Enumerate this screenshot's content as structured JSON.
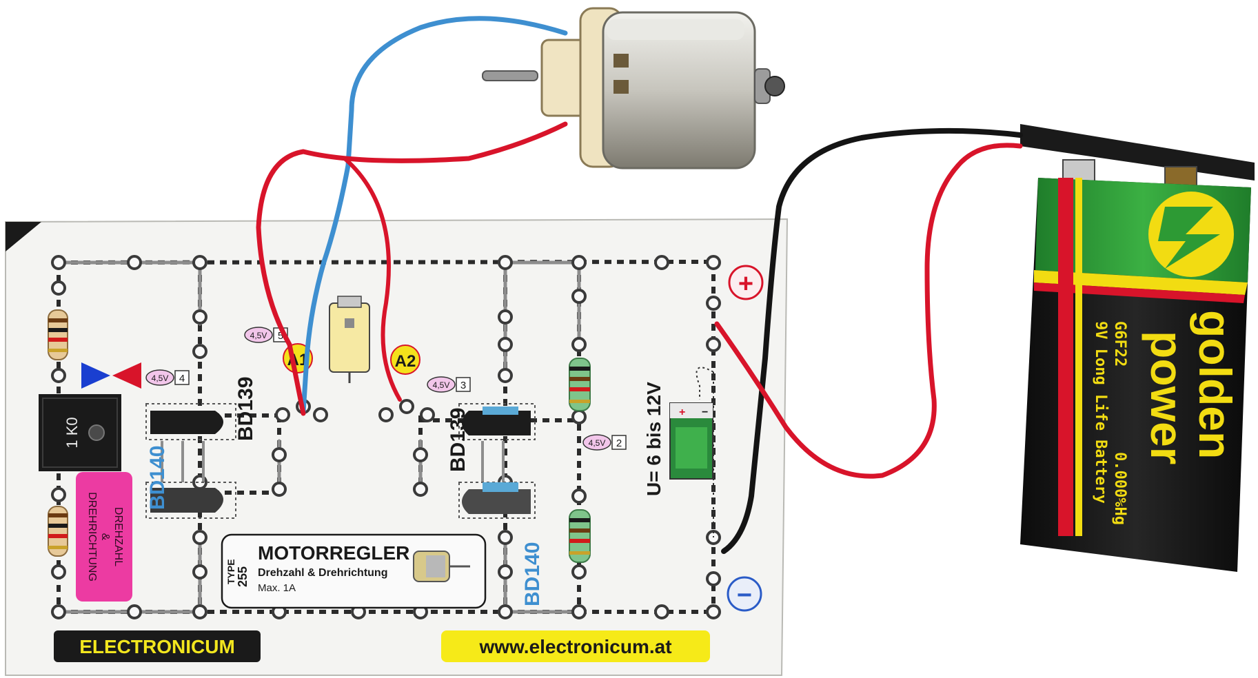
{
  "board": {
    "type_label": "TYPE",
    "type_number": "255",
    "title": "MOTORREGLER",
    "subtitle": "Drehzahl & Drehrichtung",
    "max_current": "Max. 1A",
    "brand": "ELECTRONICUM",
    "website": "www.electronicum.at",
    "voltage_range": "U= 6 bis 12V",
    "potentiometer_label": "1 K0",
    "direction_label_1": "DREHZAHL",
    "direction_label_amp": "&",
    "direction_label_2": "DREHRICHTUNG",
    "plus_symbol": "+",
    "minus_symbol": "−",
    "transistors": {
      "top_left": "BD139",
      "bottom_left": "BD140",
      "top_right": "BD139",
      "bottom_right": "BD140"
    },
    "terminals": {
      "a1": "A1",
      "a2": "A2"
    },
    "test_points": [
      {
        "voltage": "4,5V",
        "number": "4"
      },
      {
        "voltage": "4,5V",
        "number": "5"
      },
      {
        "voltage": "4,5V",
        "number": "3"
      },
      {
        "voltage": "4,5V",
        "number": "2"
      }
    ],
    "mini_battery_plus": "+",
    "mini_battery_minus": "−"
  },
  "battery": {
    "brand_1": "golden",
    "brand_2": "power",
    "model": "G6F22",
    "spec": "9V Long Life Battery",
    "mercury": "0.000%Hg"
  },
  "colors": {
    "board_bg": "#f4f4f2",
    "wire_red": "#d8142a",
    "wire_black": "#141414",
    "wire_blue": "#3e8fd0",
    "battery_green": "#2d9a34",
    "battery_yellow": "#f2dc12",
    "website_bg": "#f6ea18",
    "brand_bg": "#1a1a1a",
    "brand_text": "#f2e61e",
    "pink_panel": "#ec3ba2",
    "transistor_blue": "#5aa9d6"
  }
}
